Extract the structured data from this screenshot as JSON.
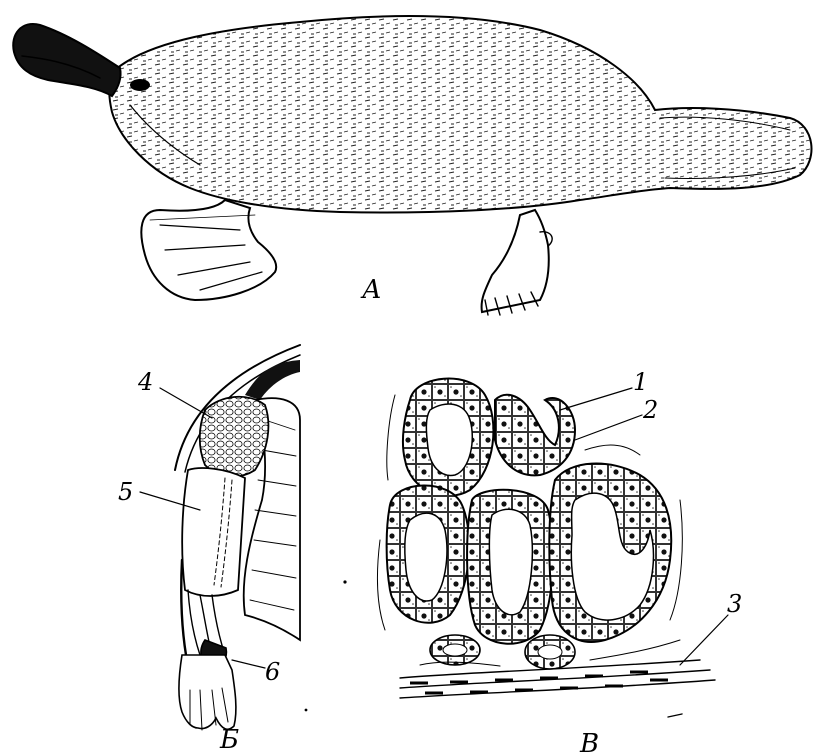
{
  "figure": {
    "panels": {
      "a": "А",
      "b": "Б",
      "v": "В"
    },
    "callouts": {
      "c1": "1",
      "c2": "2",
      "c3": "3",
      "c4": "4",
      "c5": "5",
      "c6": "6"
    }
  }
}
